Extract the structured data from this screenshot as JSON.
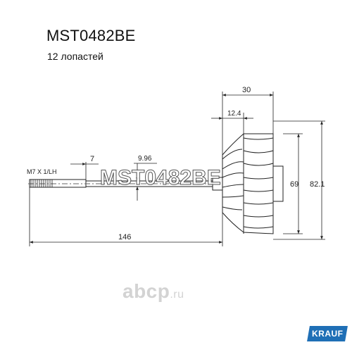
{
  "title": "MST0482BE",
  "subtitle": "12 лопастей",
  "dimensions": {
    "thread": "M7 X 1/LH",
    "dim_7": "7",
    "dim_996": "9.96",
    "dim_146": "146",
    "dim_30": "30",
    "dim_124": "12.4",
    "dim_69": "69",
    "dim_821": "82.1"
  },
  "watermark": {
    "overlay_code": "MST0482BE",
    "site_main": "abcp",
    "site_tld": ".ru"
  },
  "brand": "KRAUF"
}
